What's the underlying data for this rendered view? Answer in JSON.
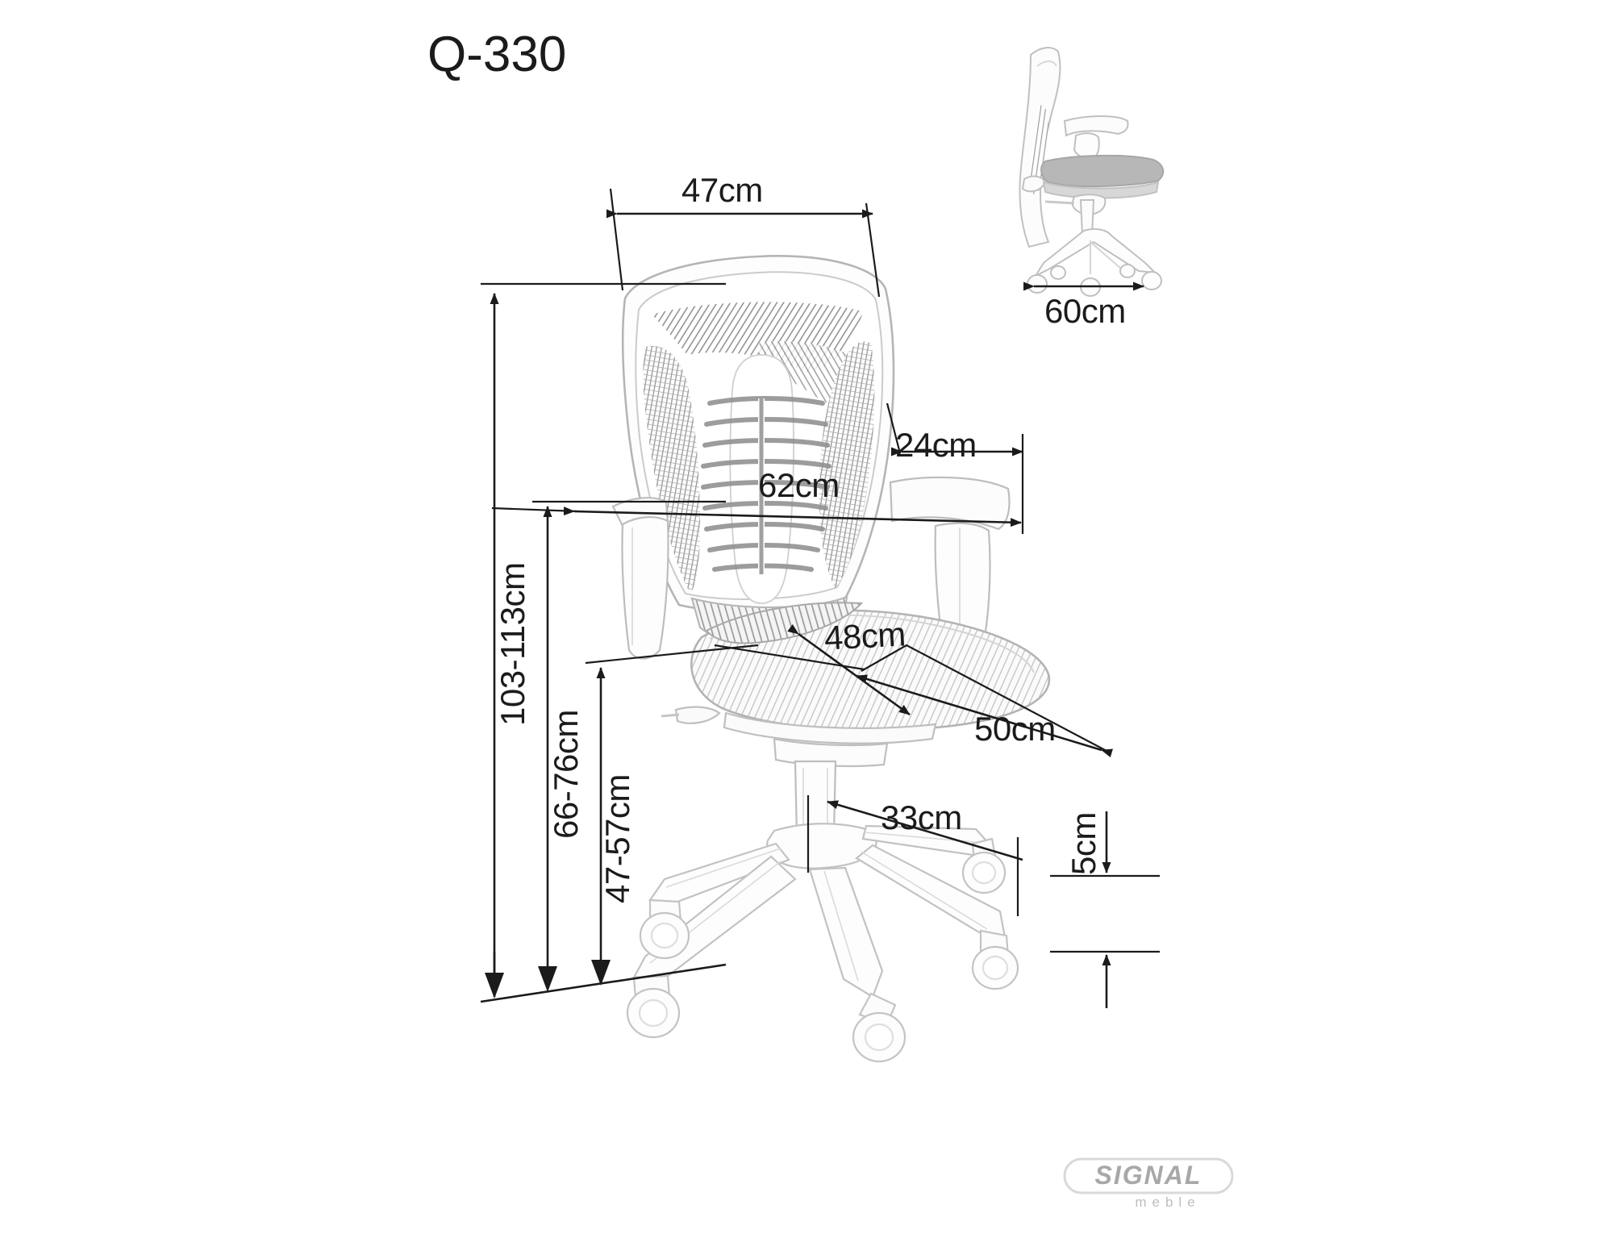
{
  "page": {
    "background_color": "#ffffff",
    "line_color": "#1b1b1b",
    "chair_outline_color": "#b9b9b9",
    "mesh_color": "#8c8c8c"
  },
  "title": "Q-330",
  "dimensions": {
    "backrest_width": "47cm",
    "side_view_depth": "60cm",
    "armrest_depth": "24cm",
    "overall_width": "62cm",
    "seat_depth": "48cm",
    "seat_width": "50cm",
    "base_radius": "33cm",
    "caster_height": "5cm",
    "total_height": "103-113cm",
    "backrest_height": "66-76cm",
    "seat_height": "47-57cm"
  },
  "logo": {
    "brand": "SIGNAL",
    "sub": "meble"
  }
}
